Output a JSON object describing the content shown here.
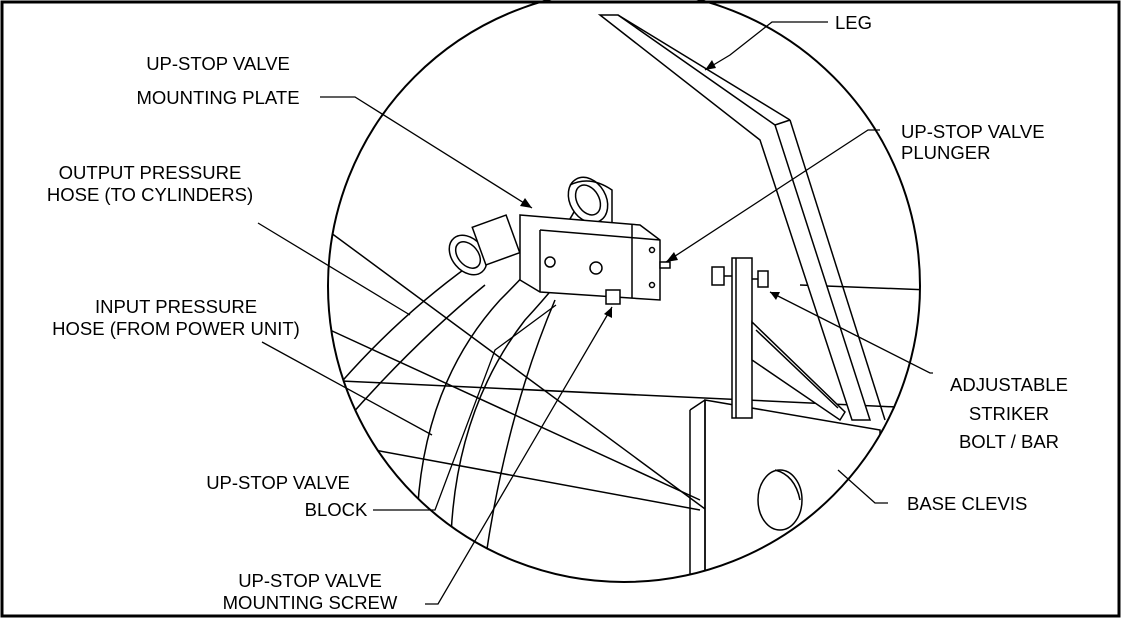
{
  "labels": {
    "leg": "LEG",
    "mounting_plate": {
      "line1": "UP-STOP VALVE",
      "line2": "MOUNTING PLATE"
    },
    "plunger": {
      "line1": "UP-STOP VALVE",
      "line2": "PLUNGER"
    },
    "output_hose": {
      "line1": "OUTPUT PRESSURE",
      "line2": "HOSE (TO CYLINDERS)"
    },
    "input_hose": {
      "line1": "INPUT PRESSURE",
      "line2": "HOSE (FROM POWER UNIT)"
    },
    "striker": {
      "line1": "ADJUSTABLE",
      "line2": "STRIKER",
      "line3": "BOLT / BAR"
    },
    "base_clevis": "BASE CLEVIS",
    "valve_block": {
      "line1": "UP-STOP VALVE",
      "line2": "BLOCK"
    },
    "mounting_screw": {
      "line1": "UP-STOP VALVE",
      "line2": "MOUNTING SCREW"
    }
  },
  "colors": {
    "line": "#000000",
    "background": "#ffffff"
  }
}
